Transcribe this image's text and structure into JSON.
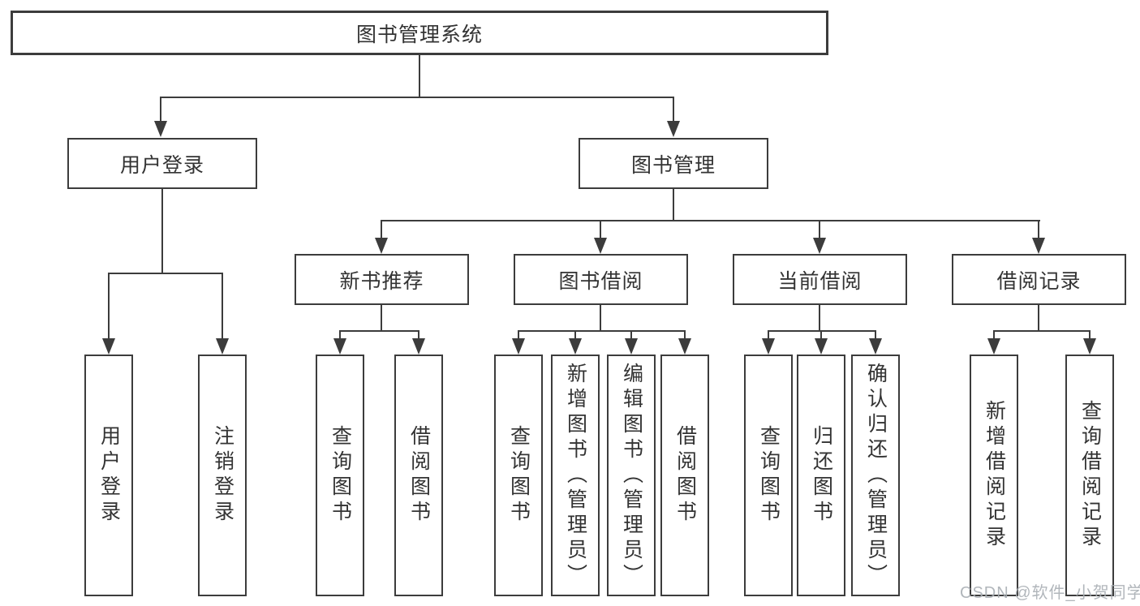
{
  "tree": {
    "root": "图书管理系统",
    "level2": [
      "用户登录",
      "图书管理"
    ],
    "level3": [
      "新书推荐",
      "图书借阅",
      "当前借阅",
      "借阅记录"
    ],
    "leaves": {
      "user_login": [
        "用户登录",
        "注销登录"
      ],
      "new_book_recommend": [
        "查询图书",
        "借阅图书"
      ],
      "book_borrow": [
        "查询图书",
        "新增图书（管理员）",
        "编辑图书（管理员）",
        "借阅图书"
      ],
      "current_borrow": [
        "查询图书",
        "归还图书",
        "确认归还（管理员）"
      ],
      "borrow_record": [
        "新增借阅记录",
        "查询借阅记录"
      ]
    }
  },
  "watermark": "CSDN @软件_小贺同学",
  "colors": {
    "line": "#3c3c3c",
    "border": "#3c3c3c",
    "text": "#333333",
    "background": "#ffffff",
    "watermark": "#a8aeb4"
  }
}
